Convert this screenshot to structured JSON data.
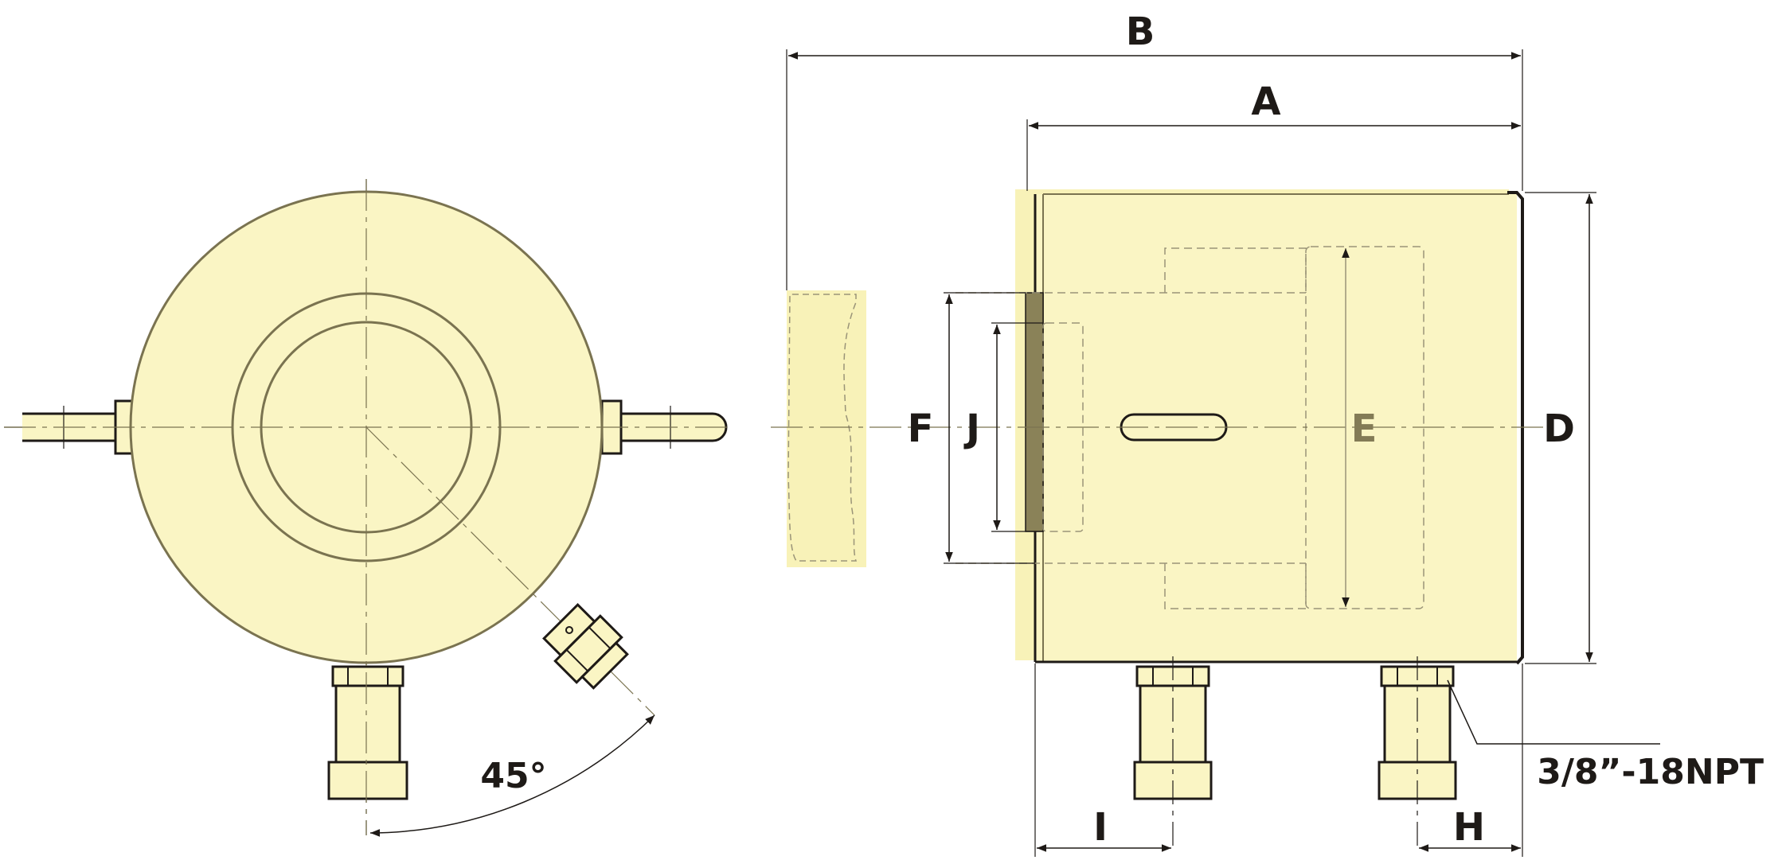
{
  "dimension_labels": {
    "a": "A",
    "b": "B",
    "d": "D",
    "e": "E",
    "f": "F",
    "h": "H",
    "i": "I",
    "j": "J"
  },
  "port_thread": "3/8”-18NPT",
  "angle_label": "45°",
  "colors": {
    "body_fill": "#faf5c4",
    "outline": "#1e1a17",
    "body_outline": "#7a7350",
    "hidden_line": "#9a9478",
    "highlight_band": "#f8f2b8",
    "text": "#1e1a17",
    "text_inside": "#837b56"
  }
}
